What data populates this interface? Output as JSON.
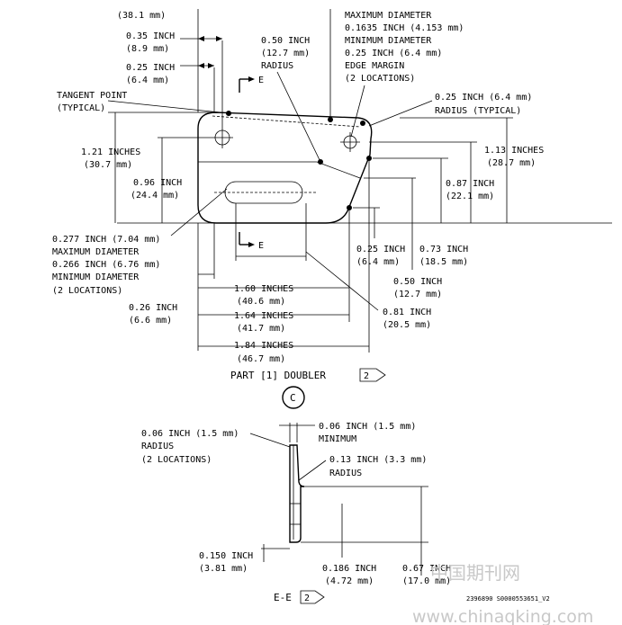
{
  "drawing": {
    "dims": {
      "top_dim": "(38.1 mm)",
      "d035_in": "0.35 INCH",
      "d035_mm": "(8.9 mm)",
      "d025_in": "0.25 INCH",
      "d025_mm": "(6.4 mm)",
      "tangent_1": "TANGENT POINT",
      "tangent_2": "(TYPICAL)",
      "r050_1": "0.50 INCH",
      "r050_2": "(12.7 mm)",
      "r050_3": "RADIUS",
      "maxdia_1": "MAXIMUM DIAMETER",
      "maxdia_2": "0.1635 INCH (4.153 mm)",
      "maxdia_3": "MINIMUM DIAMETER",
      "maxdia_4": "0.25 INCH (6.4 mm)",
      "maxdia_5": "EDGE MARGIN",
      "maxdia_6": "(2 LOCATIONS)",
      "r025_1": "0.25 INCH (6.4 mm)",
      "r025_2": "RADIUS (TYPICAL)",
      "d121_1": "1.21 INCHES",
      "d121_2": "(30.7 mm)",
      "d113_1": "1.13 INCHES",
      "d113_2": "(28.7 mm)",
      "d096_1": "0.96 INCH",
      "d096_2": "(24.4 mm)",
      "d087_1": "0.87 INCH",
      "d087_2": "(22.1 mm)",
      "slot_1": "0.277 INCH (7.04 mm)",
      "slot_2": "MAXIMUM DIAMETER",
      "slot_3": "0.266 INCH (6.76 mm)",
      "slot_4": "MINIMUM DIAMETER",
      "slot_5": "(2 LOCATIONS)",
      "d025b_1": "0.25 INCH",
      "d025b_2": "(6.4 mm)",
      "d073_1": "0.73 INCH",
      "d073_2": "(18.5 mm)",
      "d050_1": "0.50 INCH",
      "d050_2": "(12.7 mm)",
      "d026_1": "0.26 INCH",
      "d026_2": "(6.6 mm)",
      "d160_1": "1.60 INCHES",
      "d160_2": "(40.6 mm)",
      "d164_1": "1.64 INCHES",
      "d164_2": "(41.7 mm)",
      "d081_1": "0.81 INCH",
      "d081_2": "(20.5 mm)",
      "d184_1": "1.84 INCHES",
      "d184_2": "(46.7 mm)"
    },
    "section_mark": "E",
    "part_title": "PART [1] DOUBLER",
    "flag_note": "2",
    "view_callout": "C",
    "section": {
      "r006_1": "0.06 INCH (1.5 mm)",
      "r006_2": "RADIUS",
      "r006_3": "(2 LOCATIONS)",
      "min_1": "0.06 INCH (1.5 mm)",
      "min_2": "MINIMUM",
      "r013_1": "0.13 INCH (3.3 mm)",
      "r013_2": "RADIUS",
      "d0150_1": "0.150 INCH",
      "d0150_2": "(3.81 mm)",
      "d0186_1": "0.186 INCH",
      "d0186_2": "(4.72 mm)",
      "d067_1": "0.67 INCH",
      "d067_2": "(17.0 mm)",
      "title": "E-E",
      "flag_note": "2"
    },
    "drawing_id": "2396890 S0000553651_V2",
    "watermark_cn": "中国期刊网",
    "watermark_url": "www.chinaqking.com"
  }
}
